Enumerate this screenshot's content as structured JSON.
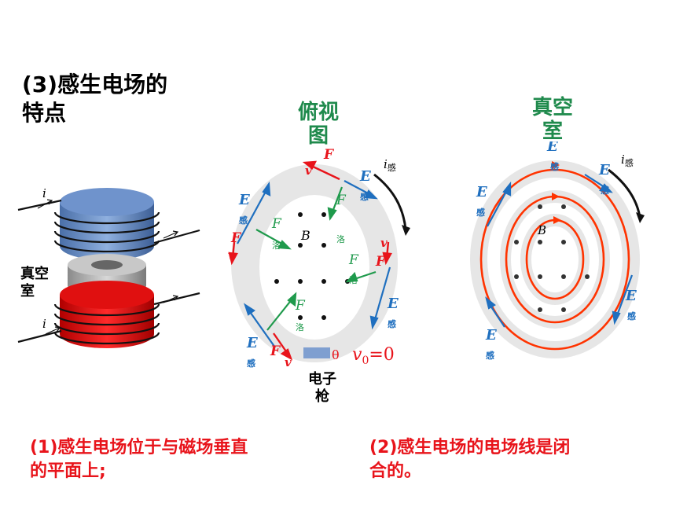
{
  "heading": {
    "line1": "(3)感生电场的",
    "line2": "特点"
  },
  "top_view": {
    "title_line1": "俯视",
    "title_line2": "图",
    "electron_gun_line1": "电子",
    "electron_gun_line2": "枪",
    "v0": "v",
    "v0_sub": "0",
    "v0_eq": "=0"
  },
  "vacuum_chamber": {
    "title_line1": "真空",
    "title_line2": "室"
  },
  "apparatus": {
    "label_line1": "真空",
    "label_line2": "室",
    "current": "i"
  },
  "symbols": {
    "E": "E",
    "gan": "感",
    "F": "F",
    "luo": "洛",
    "v": "v",
    "B": "B",
    "i": "i",
    "theta": "θ"
  },
  "notes": {
    "left_line1": "(1)感生电场位于与磁场垂直",
    "left_line2": "的平面上;",
    "right_line1": "(2)感生电场的电场线是闭",
    "right_line2": "合的。"
  },
  "colors": {
    "blue": "#1f6fbf",
    "red": "#e8141b",
    "green": "#1f9a4c",
    "orange": "#ff3300",
    "gray": "#e6e6e6",
    "title_green": "#1f8a4c"
  }
}
